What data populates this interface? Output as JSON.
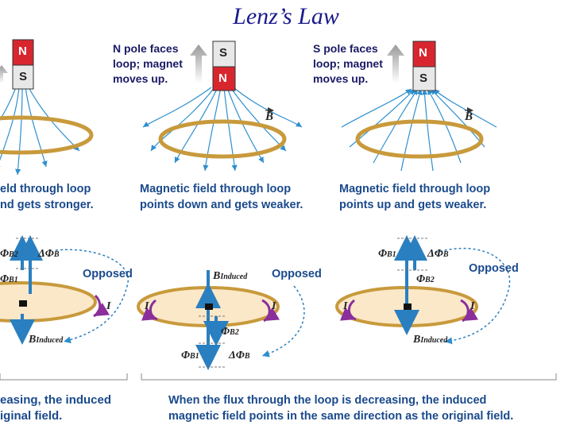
{
  "title": "Lenz’s Law",
  "top_labels": {
    "panel2": [
      "N pole faces",
      "loop; magnet",
      "moves up."
    ],
    "panel3": [
      "S pole faces",
      "loop; magnet",
      "moves up."
    ]
  },
  "magnets": {
    "n": "N",
    "s": "S"
  },
  "field_labels": {
    "b": "B"
  },
  "captions": {
    "panel1": [
      "eld through loop",
      "nd gets stronger."
    ],
    "panel2": [
      "Magnetic field through loop",
      "points down and gets weaker."
    ],
    "panel3": [
      "Magnetic field through loop",
      "points up and gets weaker."
    ]
  },
  "opposed": "Opposed",
  "symbols": {
    "phi": "Φ",
    "delta_phi": "ΔΦ",
    "sub_b": "B",
    "sub_b1": "B1",
    "sub_b2": "B2",
    "induced": "Induced",
    "current": "I"
  },
  "bottom": {
    "left": [
      "easing, the induced",
      "iginal field."
    ],
    "right": [
      "When the flux through the loop is decreasing, the induced",
      "magnetic field points in the same direction as the original field."
    ]
  },
  "colors": {
    "field_line": "#2e8fcf",
    "loop": "#c89a3c",
    "loop_fill": "#fbe8c8",
    "magnet_red": "#d8262f",
    "magnet_gray": "#dcdcdc",
    "arrow_blue": "#2a7fc0",
    "current_purple": "#8a2f9c"
  }
}
